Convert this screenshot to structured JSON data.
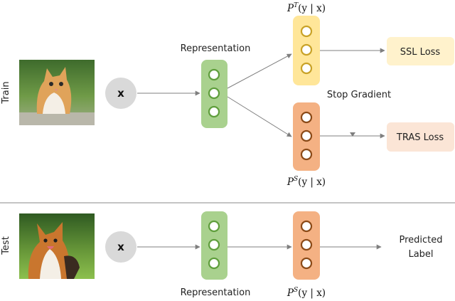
{
  "rows": {
    "train_label": "Train",
    "test_label": "Test"
  },
  "input": {
    "symbol": "x"
  },
  "nodes": {
    "representation_train": "Representation",
    "representation_test": "Representation",
    "teacher_head": "P",
    "teacher_sup": "T",
    "teacher_args": "(y | x)",
    "student_head_train": "P",
    "student_sup_train": "S",
    "student_args_train": "(y | x)",
    "student_head_test": "P",
    "student_sup_test": "S",
    "student_args_test": "(y | x)"
  },
  "losses": {
    "ssl": "SSL Loss",
    "tras": "TRAS Loss"
  },
  "annotations": {
    "stop_gradient": "Stop Gradient",
    "predicted_line1": "Predicted",
    "predicted_line2": "Label"
  },
  "colors": {
    "green_fill": "#a9d18e",
    "green_ring": "#5f9e3c",
    "yellow_fill": "#ffe699",
    "yellow_ring": "#c9a227",
    "orange_fill": "#f4b183",
    "orange_ring": "#8b4a17",
    "ssl_box": "#fff2cc",
    "tras_box": "#fbe5d6",
    "input_circle": "#d9d9d9",
    "arrow": "#7f7f7f"
  },
  "images": {
    "train_image": "kitten-photo",
    "test_image": "corgi-photo"
  }
}
